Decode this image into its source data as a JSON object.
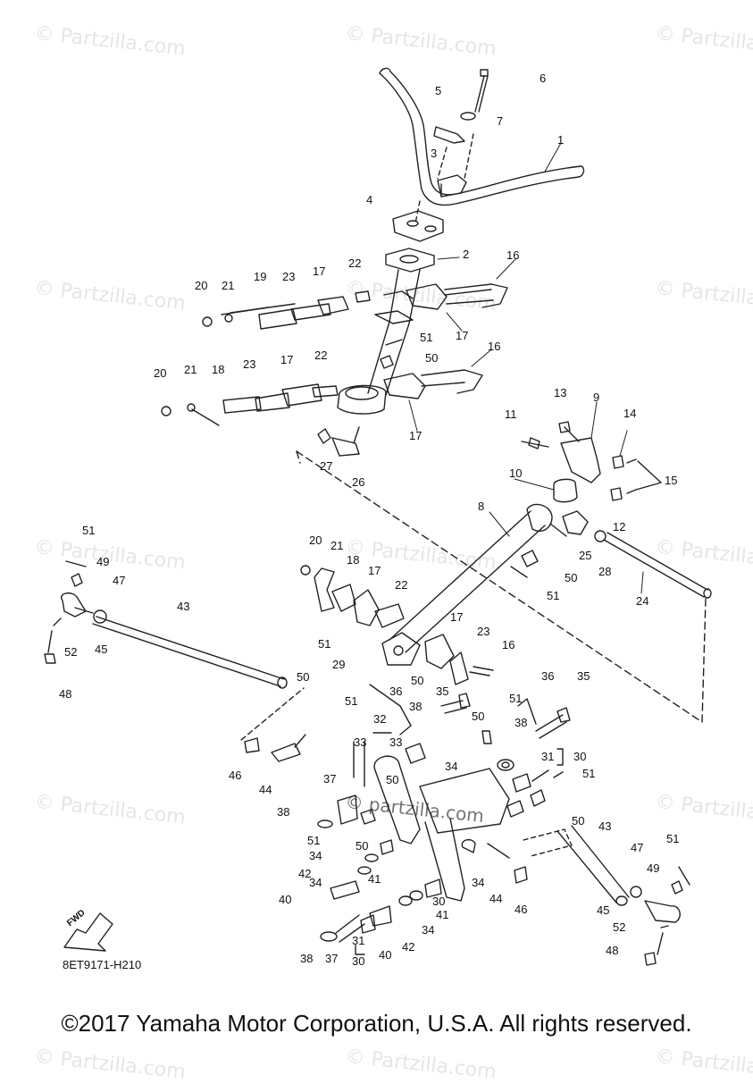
{
  "watermark": "© Partzilla.com",
  "watermark_center": "© partzilla.com",
  "diagram_code": "8ET9171-H210",
  "fwd_label": "FWD",
  "copyright": "©2017 Yamaha Motor Corporation, U.S.A. All rights reserved.",
  "callouts": [
    "1",
    "2",
    "3",
    "4",
    "5",
    "6",
    "7",
    "8",
    "9",
    "10",
    "11",
    "12",
    "13",
    "14",
    "15",
    "16",
    "17",
    "18",
    "19",
    "20",
    "21",
    "22",
    "23",
    "24",
    "25",
    "26",
    "27",
    "28",
    "29",
    "30",
    "31",
    "32",
    "33",
    "34",
    "35",
    "36",
    "37",
    "38",
    "40",
    "41",
    "42",
    "43",
    "44",
    "45",
    "46",
    "47",
    "48",
    "49",
    "50",
    "51",
    "52"
  ]
}
